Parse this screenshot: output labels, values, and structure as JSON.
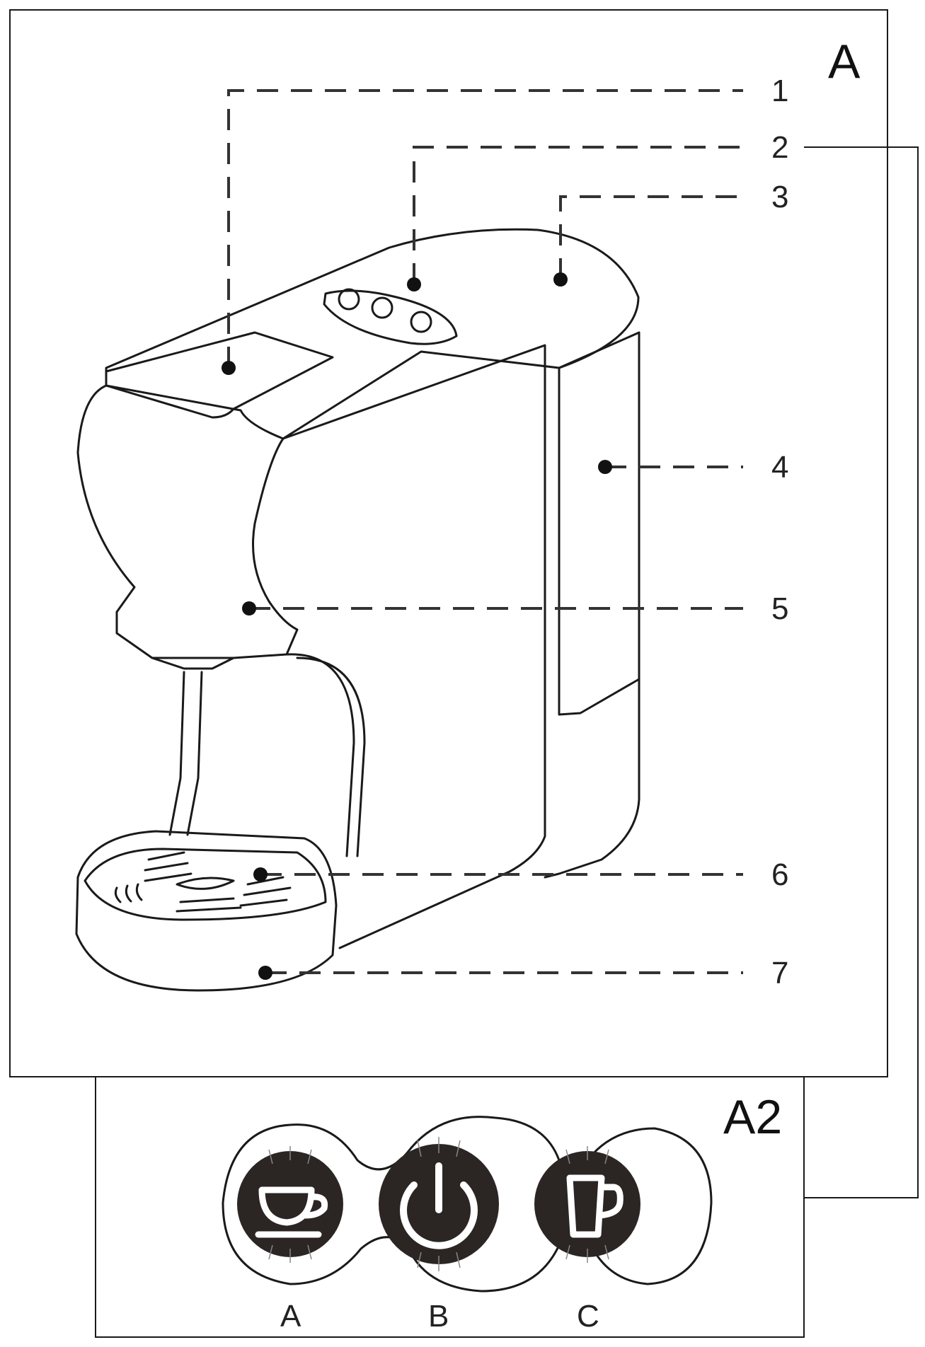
{
  "panel_a": {
    "label": "A"
  },
  "panel_a2": {
    "label": "A2"
  },
  "callouts": [
    "1",
    "2",
    "3",
    "4",
    "5",
    "6",
    "7"
  ],
  "buttons": [
    {
      "label": "A",
      "icon": "espresso-cup-icon"
    },
    {
      "label": "B",
      "icon": "power-icon"
    },
    {
      "label": "C",
      "icon": "mug-icon"
    }
  ],
  "colors": {
    "line": "#1a1a1a",
    "button_fill": "#2b2523",
    "background": "#ffffff"
  }
}
